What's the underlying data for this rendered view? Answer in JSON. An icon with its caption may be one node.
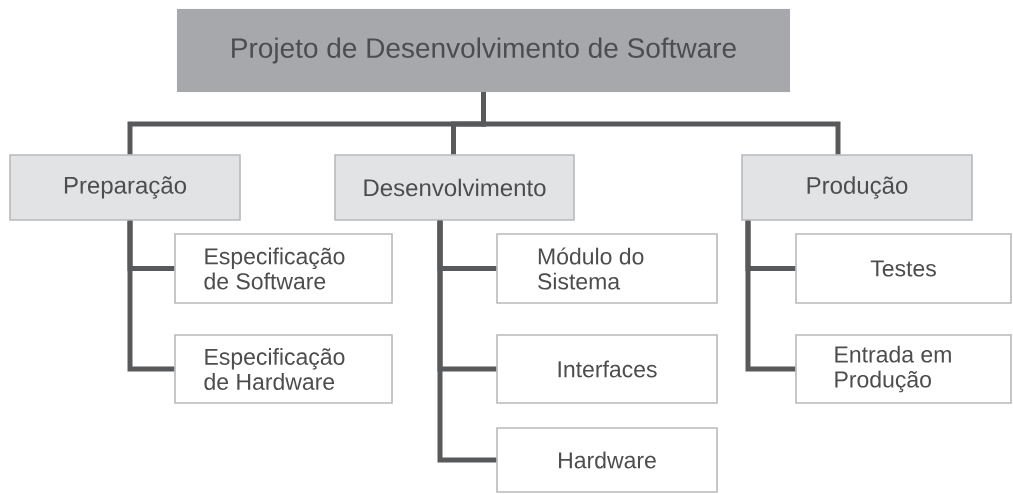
{
  "diagram": {
    "nodes": [
      {
        "text": [
          "Projeto de Desenvolvimento de Software"
        ]
      },
      {
        "text": [
          "Preparação"
        ]
      },
      {
        "text": [
          "Desenvolvimento"
        ]
      },
      {
        "text": [
          "Produção"
        ]
      },
      {
        "text": [
          "Especificação de Software"
        ]
      },
      {
        "text": [
          "Especificação de Hardware"
        ]
      },
      {
        "text": [
          "Módulo do Sistema"
        ]
      },
      {
        "text": [
          "Interfaces"
        ]
      },
      {
        "text": [
          "Hardware"
        ]
      },
      {
        "text": [
          "Testes"
        ]
      },
      {
        "text": [
          "Entrada em Produção"
        ]
      }
    ],
    "edges": [
      {
        "from": 0,
        "to": 1,
        "arrow": "none"
      },
      {
        "from": 0,
        "to": 2,
        "arrow": "none"
      },
      {
        "from": 0,
        "to": 3,
        "arrow": "none"
      },
      {
        "from": 1,
        "to": 4,
        "arrow": "none"
      },
      {
        "from": 1,
        "to": 5,
        "arrow": "none"
      },
      {
        "from": 2,
        "to": 6,
        "arrow": "none"
      },
      {
        "from": 2,
        "to": 7,
        "arrow": "none"
      },
      {
        "from": 2,
        "to": 8,
        "arrow": "none"
      },
      {
        "from": 3,
        "to": 9,
        "arrow": "none"
      },
      {
        "from": 3,
        "to": 10,
        "arrow": "none"
      }
    ]
  }
}
